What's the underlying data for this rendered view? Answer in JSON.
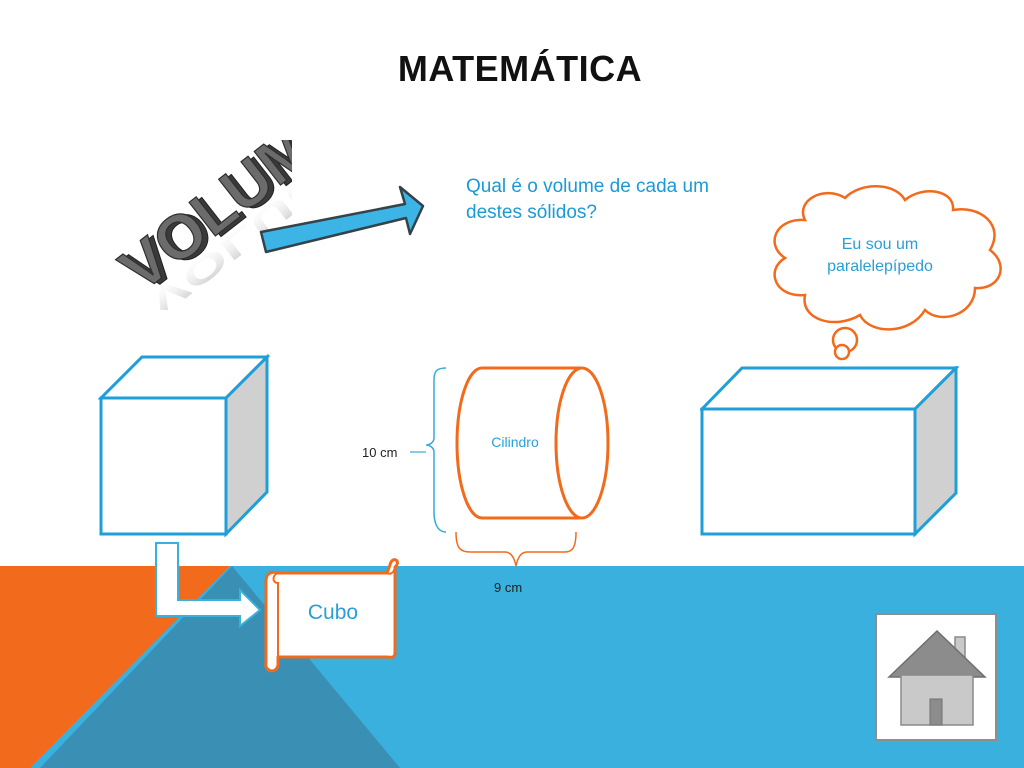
{
  "slide": {
    "title": "MATEMÁTICA",
    "wordart_text": "VOLUMES",
    "question": "Qual é o volume de cada um destes sólidos?",
    "thought_bubble": "Eu sou um paralelepípedo",
    "cylinder_label": "Cilindro",
    "cylinder_height_label": "10 cm",
    "cylinder_width_label": "9 cm",
    "cube_scroll_label": "Cubo",
    "home_button": "home-icon"
  },
  "colors": {
    "accent_blue": "#39b0dd",
    "accent_orange": "#f26b1d",
    "dark_blue": "#3a8fb4",
    "shape_outline": "#1f9fd8",
    "side_face": "#d0d0d0"
  }
}
